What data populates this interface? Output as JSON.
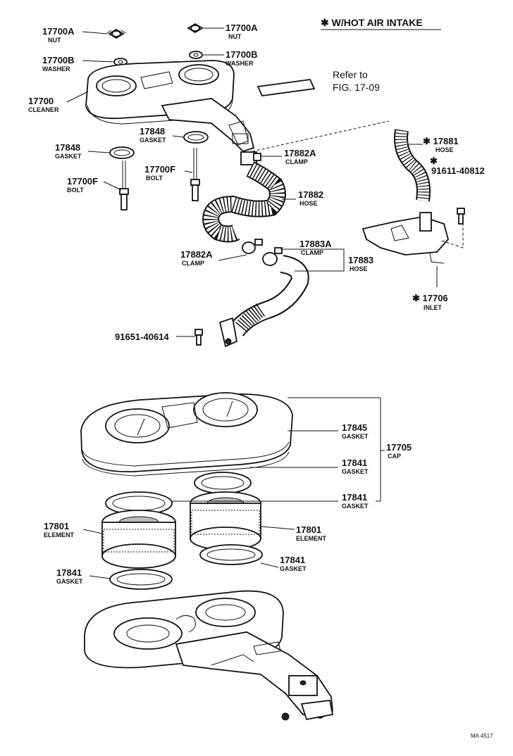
{
  "header": {
    "note": "✱ W/HOT AIR INTAKE",
    "refer_line1": "Refer to",
    "refer_line2": "FIG. 17-09",
    "figure_code": "MA  4517"
  },
  "callouts": [
    {
      "id": "17700a_l",
      "number": "17700A",
      "desc": "NUT"
    },
    {
      "id": "17700a_r",
      "number": "17700A",
      "desc": "NUT"
    },
    {
      "id": "17700b_l",
      "number": "17700B",
      "desc": "WASHER"
    },
    {
      "id": "17700b_r",
      "number": "17700B",
      "desc": "WASHER"
    },
    {
      "id": "17700",
      "number": "17700",
      "desc": "CLEANER"
    },
    {
      "id": "17848_a",
      "number": "17848",
      "desc": "GASKET"
    },
    {
      "id": "17848_b",
      "number": "17848",
      "desc": "GASKET"
    },
    {
      "id": "17700f_l",
      "number": "17700F",
      "desc": "BOLT"
    },
    {
      "id": "17700f_r",
      "number": "17700F",
      "desc": "BOLT"
    },
    {
      "id": "17881",
      "number": "✱ 17881",
      "desc": "HOSE"
    },
    {
      "id": "17882a_u",
      "number": "17882A",
      "desc": "CLAMP"
    },
    {
      "id": "91611",
      "number": "✱",
      "desc": "91611-40812"
    },
    {
      "id": "17882",
      "number": "17882",
      "desc": "HOSE"
    },
    {
      "id": "17882a_l",
      "number": "17882A",
      "desc": "CLAMP"
    },
    {
      "id": "17883a",
      "number": "17883A",
      "desc": "CLAMP"
    },
    {
      "id": "17883",
      "number": "17883",
      "desc": "HOSE"
    },
    {
      "id": "17706",
      "number": "✱ 17706",
      "desc": "INLET"
    },
    {
      "id": "91651",
      "number": "91651-40614",
      "desc": ""
    },
    {
      "id": "17845",
      "number": "17845",
      "desc": "GASKET"
    },
    {
      "id": "17705",
      "number": "17705",
      "desc": "CAP"
    },
    {
      "id": "17841_a",
      "number": "17841",
      "desc": "GASKET"
    },
    {
      "id": "17841_b",
      "number": "17841",
      "desc": "GASKET"
    },
    {
      "id": "17801_l",
      "number": "17801",
      "desc": "ELEMENT"
    },
    {
      "id": "17801_r",
      "number": "17801",
      "desc": "ELEMENT"
    },
    {
      "id": "17841_c",
      "number": "17841",
      "desc": "GASKET"
    },
    {
      "id": "17841_d",
      "number": "17841",
      "desc": "GASKET"
    }
  ]
}
